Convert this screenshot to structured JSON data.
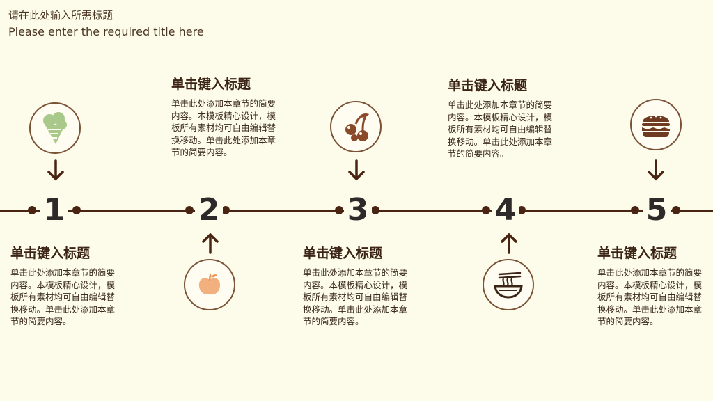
{
  "header": {
    "title_zh": "请在此处输入所需标题",
    "title_en": "Please enter the required title here"
  },
  "steps": [
    {
      "number": "1",
      "icon": "ice-cream-icon",
      "title": "单击键入标题",
      "desc": "单击此处添加本章节的简要内容。本模板精心设计，模板所有素材均可自由编辑替换移动。单击此处添加本章节的简要内容。"
    },
    {
      "number": "2",
      "icon": "apple-icon",
      "title": "单击键入标题",
      "desc": "单击此处添加本章节的简要内容。本模板精心设计，模板所有素材均可自由编辑替换移动。单击此处添加本章节的简要内容。"
    },
    {
      "number": "3",
      "icon": "cherry-icon",
      "title": "单击键入标题",
      "desc": "单击此处添加本章节的简要内容。本模板精心设计，模板所有素材均可自由编辑替换移动。单击此处添加本章节的简要内容。"
    },
    {
      "number": "4",
      "icon": "noodle-bowl-icon",
      "title": "单击键入标题",
      "desc": "单击此处添加本章节的简要内容。本模板精心设计，模板所有素材均可自由编辑替换移动。单击此处添加本章节的简要内容。"
    },
    {
      "number": "5",
      "icon": "burger-icon",
      "title": "单击键入标题",
      "desc": "单击此处添加本章节的简要内容。本模板精心设计，模板所有素材均可自由编辑替换移动。单击此处添加本章节的简要内容。"
    }
  ],
  "colors": {
    "background": "#fdfbe9",
    "line": "#4a2412",
    "ice_cream": "#a9c98a",
    "apple": "#f3b07f",
    "cherry": "#8a4a2a",
    "burger": "#6e3b22"
  }
}
